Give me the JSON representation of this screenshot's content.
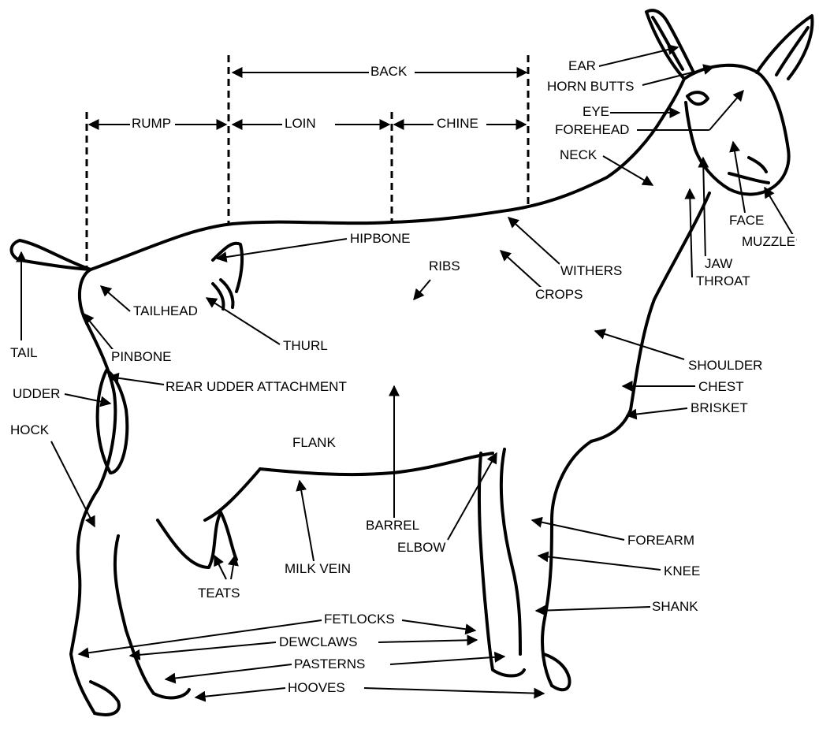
{
  "diagram": {
    "subject": "goat",
    "labels": {
      "back": "BACK",
      "rump": "RUMP",
      "loin": "LOIN",
      "chine": "CHINE",
      "ear": "EAR",
      "horn_butts": "HORN BUTTS",
      "eye": "EYE",
      "forehead": "FOREHEAD",
      "neck": "NECK",
      "face": "FACE",
      "muzzle": "MUZZLE",
      "jaw": "JAW",
      "throat": "THROAT",
      "hipbone": "HIPBONE",
      "ribs": "RIBS",
      "withers": "WITHERS",
      "crops": "CROPS",
      "tailhead": "TAILHEAD",
      "tail": "TAIL",
      "thurl": "THURL",
      "pinbone": "PINBONE",
      "shoulder": "SHOULDER",
      "chest": "CHEST",
      "brisket": "BRISKET",
      "rear_udder_attachment": "REAR UDDER ATTACHMENT",
      "udder": "UDDER",
      "hock": "HOCK",
      "flank": "FLANK",
      "barrel": "BARREL",
      "elbow": "ELBOW",
      "forearm": "FOREARM",
      "milk_vein": "MILK VEIN",
      "knee": "KNEE",
      "teats": "TEATS",
      "shank": "SHANK",
      "fetlocks": "FETLOCKS",
      "dewclaws": "DEWCLAWS",
      "pasterns": "PASTERNS",
      "hooves": "HOOVES"
    },
    "colors": {
      "ink": "#000000",
      "background": "#ffffff"
    }
  }
}
